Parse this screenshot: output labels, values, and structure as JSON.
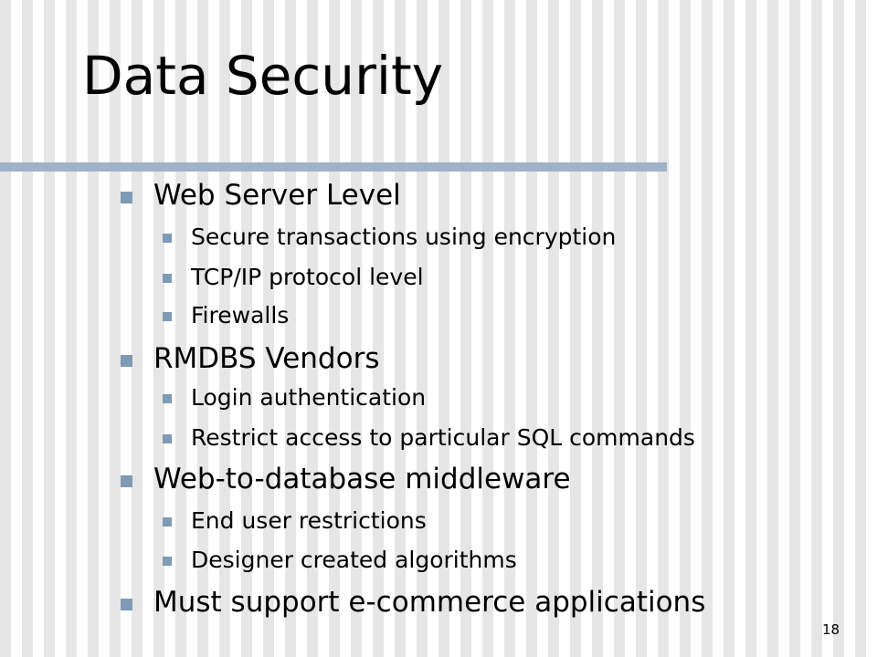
{
  "slide": {
    "title": "Data Security",
    "page_number": "18"
  },
  "bullets": [
    {
      "text": "Web Server Level",
      "sub": [
        "Secure transactions using encryption",
        "TCP/IP protocol level",
        "Firewalls"
      ]
    },
    {
      "text": "RMDBS Vendors",
      "sub": [
        "Login authentication",
        "Restrict access to particular SQL commands"
      ]
    },
    {
      "text": "Web-to-database middleware",
      "sub": [
        "End user restrictions",
        "Designer created algorithms"
      ]
    },
    {
      "text": "Must support e-commerce applications",
      "sub": []
    }
  ],
  "colors": {
    "background_stripe": "#e6e6e6",
    "title_rule": "#9eb3c8",
    "bullet_marker": "#7f9ab5",
    "text": "#000000"
  }
}
